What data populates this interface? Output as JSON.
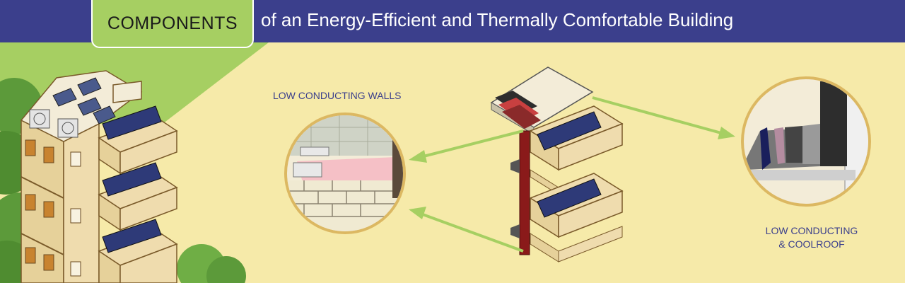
{
  "header": {
    "badge": "COMPONENTS",
    "title": "of an Energy-Efficient and Thermally Comfortable Building"
  },
  "labels": {
    "walls": "LOW CONDUCTING WALLS",
    "roof_line1": "LOW CONDUCTING",
    "roof_line2": "& COOLROOF"
  },
  "colors": {
    "header_bg": "#3b3f8c",
    "badge_bg": "#a6cf62",
    "background": "#f6eaa9",
    "arrow": "#a6cf62",
    "label_text": "#3b3f8c",
    "circle_ring": "#dcb862"
  }
}
